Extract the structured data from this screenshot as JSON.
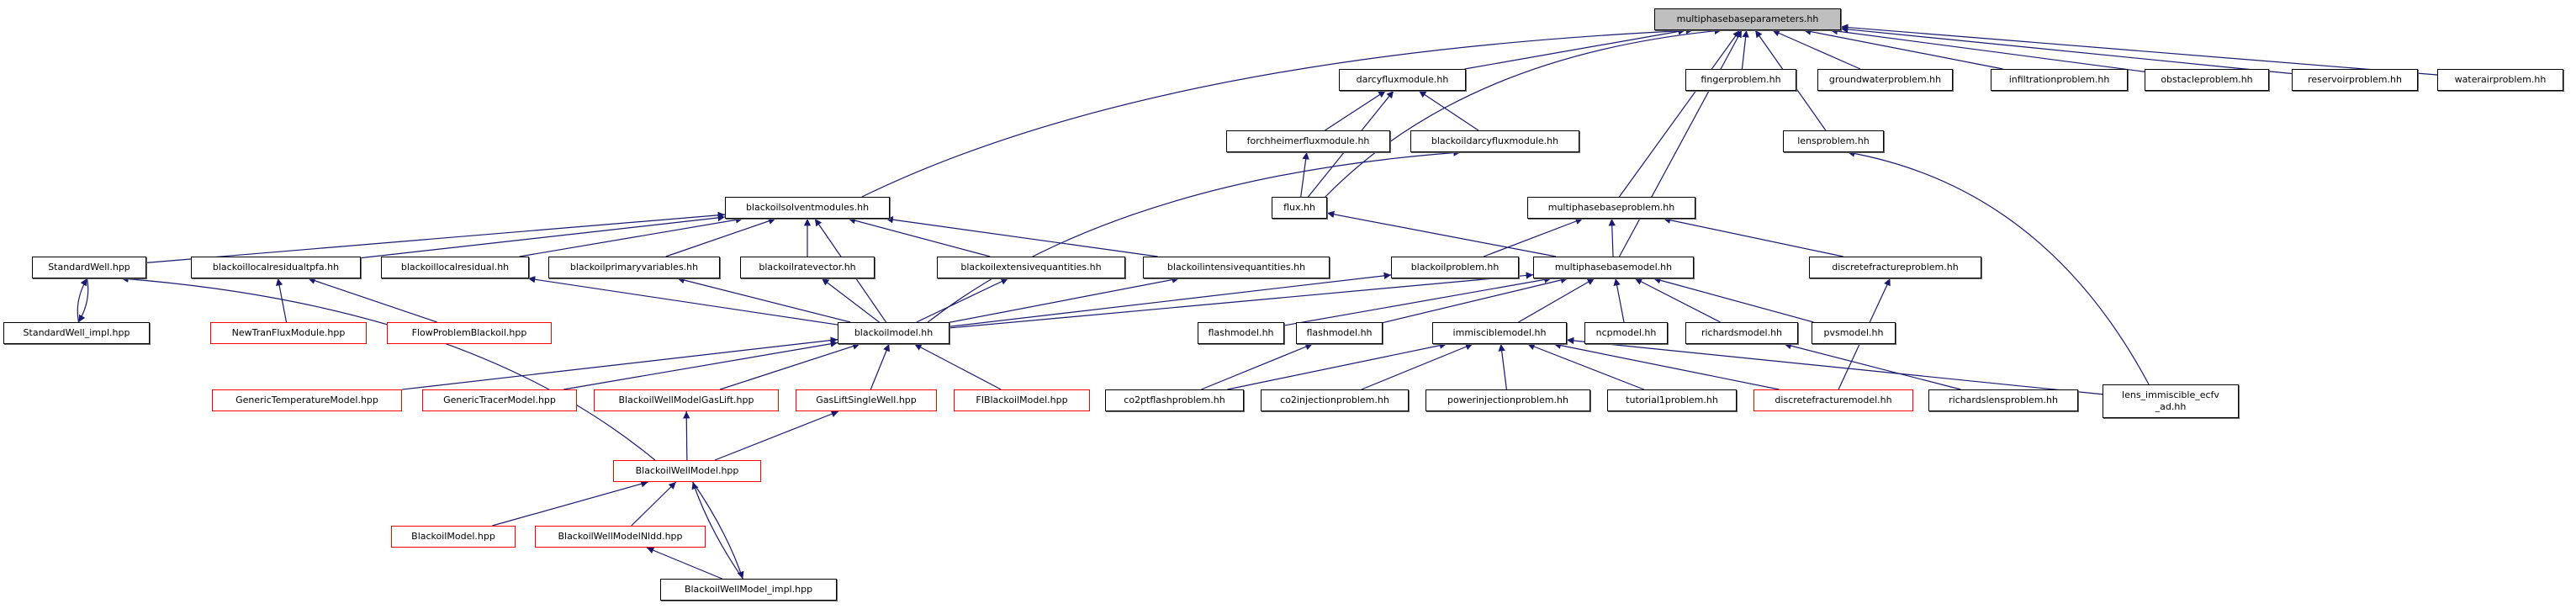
{
  "diagram": {
    "title": "multiphasebaseparameters.hh include dependency graph",
    "edge_color": "#191970",
    "root_fill": "#bfbfbf",
    "incomplete_border": "#ff0000",
    "nodes": [
      {
        "id": "root",
        "label": "multiphasebaseparameters.hh",
        "style": "root"
      },
      {
        "id": "darcyflux",
        "label": "darcyfluxmodule.hh",
        "style": "normal"
      },
      {
        "id": "finger",
        "label": "fingerproblem.hh",
        "style": "normal"
      },
      {
        "id": "groundwater",
        "label": "groundwaterproblem.hh",
        "style": "normal"
      },
      {
        "id": "infiltration",
        "label": "infiltrationproblem.hh",
        "style": "normal"
      },
      {
        "id": "obstacle",
        "label": "obstacleproblem.hh",
        "style": "normal"
      },
      {
        "id": "reservoir",
        "label": "reservoirproblem.hh",
        "style": "normal"
      },
      {
        "id": "waterair",
        "label": "waterairproblem.hh",
        "style": "normal"
      },
      {
        "id": "forchheimer",
        "label": "forchheimerfluxmodule.hh",
        "style": "normal"
      },
      {
        "id": "bodarcy",
        "label": "blackoildarcyfluxmodule.hh",
        "style": "normal"
      },
      {
        "id": "lens",
        "label": "lensproblem.hh",
        "style": "normal"
      },
      {
        "id": "solvent",
        "label": "blackoilsolventmodules.hh",
        "style": "normal"
      },
      {
        "id": "flux",
        "label": "flux.hh",
        "style": "normal"
      },
      {
        "id": "mpbproblem",
        "label": "multiphasebaseproblem.hh",
        "style": "normal"
      },
      {
        "id": "stdwell",
        "label": "StandardWell.hpp",
        "style": "normal"
      },
      {
        "id": "lrtpfa",
        "label": "blackoillocalresidualtpfa.hh",
        "style": "normal"
      },
      {
        "id": "lres",
        "label": "blackoillocalresidual.hh",
        "style": "normal"
      },
      {
        "id": "primvars",
        "label": "blackoilprimaryvariables.hh",
        "style": "normal"
      },
      {
        "id": "ratevec",
        "label": "blackoilratevector.hh",
        "style": "normal"
      },
      {
        "id": "extq",
        "label": "blackoilextensivequantities.hh",
        "style": "normal"
      },
      {
        "id": "intq",
        "label": "blackoilintensivequantities.hh",
        "style": "normal"
      },
      {
        "id": "boproblem",
        "label": "blackoilproblem.hh",
        "style": "normal"
      },
      {
        "id": "mpbmodel",
        "label": "multiphasebasemodel.hh",
        "style": "normal"
      },
      {
        "id": "dfproblem",
        "label": "discretefractureproblem.hh",
        "style": "normal"
      },
      {
        "id": "stdwellimpl",
        "label": "StandardWell_impl.hpp",
        "style": "normal"
      },
      {
        "id": "newtran",
        "label": "NewTranFluxModule.hpp",
        "style": "red"
      },
      {
        "id": "flowbo",
        "label": "FlowProblemBlackoil.hpp",
        "style": "red"
      },
      {
        "id": "bomodel",
        "label": "blackoilmodel.hh",
        "style": "normal"
      },
      {
        "id": "flash1",
        "label": "flashmodel.hh",
        "style": "normal"
      },
      {
        "id": "flash2",
        "label": "flashmodel.hh",
        "style": "normal"
      },
      {
        "id": "immiscible",
        "label": "immisciblemodel.hh",
        "style": "normal"
      },
      {
        "id": "ncp",
        "label": "ncpmodel.hh",
        "style": "normal"
      },
      {
        "id": "richards",
        "label": "richardsmodel.hh",
        "style": "normal"
      },
      {
        "id": "pvs",
        "label": "pvsmodel.hh",
        "style": "normal"
      },
      {
        "id": "gentemp",
        "label": "GenericTemperatureModel.hpp",
        "style": "red"
      },
      {
        "id": "gentracer",
        "label": "GenericTracerModel.hpp",
        "style": "red"
      },
      {
        "id": "bwmgaslift",
        "label": "BlackoilWellModelGasLift.hpp",
        "style": "red"
      },
      {
        "id": "gaslift",
        "label": "GasLiftSingleWell.hpp",
        "style": "red"
      },
      {
        "id": "fibo",
        "label": "FIBlackoilModel.hpp",
        "style": "red"
      },
      {
        "id": "co2ptflash",
        "label": "co2ptflashproblem.hh",
        "style": "normal"
      },
      {
        "id": "co2inj",
        "label": "co2injectionproblem.hh",
        "style": "normal"
      },
      {
        "id": "powerinj",
        "label": "powerinjectionproblem.hh",
        "style": "normal"
      },
      {
        "id": "tutorial1",
        "label": "tutorial1problem.hh",
        "style": "normal"
      },
      {
        "id": "dfmodel",
        "label": "discretefracturemodel.hh",
        "style": "red"
      },
      {
        "id": "richlens",
        "label": "richardslensproblem.hh",
        "style": "normal"
      },
      {
        "id": "lensimm",
        "label": "lens_immiscible_ecfv\n_ad.hh",
        "style": "normal"
      },
      {
        "id": "bwm",
        "label": "BlackoilWellModel.hpp",
        "style": "red"
      },
      {
        "id": "bomodelhpp",
        "label": "BlackoilModel.hpp",
        "style": "red"
      },
      {
        "id": "bwmnldd",
        "label": "BlackoilWellModelNldd.hpp",
        "style": "red"
      },
      {
        "id": "bwmimpl",
        "label": "BlackoilWellModel_impl.hpp",
        "style": "normal"
      }
    ],
    "edges": [
      [
        "darcyflux",
        "root"
      ],
      [
        "finger",
        "root"
      ],
      [
        "groundwater",
        "root"
      ],
      [
        "infiltration",
        "root"
      ],
      [
        "obstacle",
        "root"
      ],
      [
        "reservoir",
        "root"
      ],
      [
        "waterair",
        "root"
      ],
      [
        "lens",
        "root"
      ],
      [
        "solvent",
        "root"
      ],
      [
        "mpbproblem",
        "root"
      ],
      [
        "mpbmodel",
        "root"
      ],
      [
        "flux",
        "root"
      ],
      [
        "forchheimer",
        "darcyflux"
      ],
      [
        "bodarcy",
        "darcyflux"
      ],
      [
        "flux",
        "darcyflux"
      ],
      [
        "flux",
        "forchheimer"
      ],
      [
        "bomodel",
        "bodarcy"
      ],
      [
        "mpbmodel",
        "flux"
      ],
      [
        "stdwell",
        "solvent"
      ],
      [
        "lrtpfa",
        "solvent"
      ],
      [
        "lres",
        "solvent"
      ],
      [
        "primvars",
        "solvent"
      ],
      [
        "ratevec",
        "solvent"
      ],
      [
        "extq",
        "solvent"
      ],
      [
        "intq",
        "solvent"
      ],
      [
        "bomodel",
        "solvent"
      ],
      [
        "boproblem",
        "mpbproblem"
      ],
      [
        "mpbmodel",
        "mpbproblem"
      ],
      [
        "dfproblem",
        "mpbproblem"
      ],
      [
        "stdwellimpl",
        "stdwell"
      ],
      [
        "stdwell",
        "stdwellimpl"
      ],
      [
        "bwm",
        "stdwell"
      ],
      [
        "newtran",
        "lrtpfa"
      ],
      [
        "flowbo",
        "lrtpfa"
      ],
      [
        "bomodel",
        "lres"
      ],
      [
        "bomodel",
        "primvars"
      ],
      [
        "bomodel",
        "ratevec"
      ],
      [
        "bomodel",
        "extq"
      ],
      [
        "bomodel",
        "intq"
      ],
      [
        "bomodel",
        "boproblem"
      ],
      [
        "bomodel",
        "mpbmodel"
      ],
      [
        "flash1",
        "mpbmodel"
      ],
      [
        "flash2",
        "mpbmodel"
      ],
      [
        "immiscible",
        "mpbmodel"
      ],
      [
        "ncp",
        "mpbmodel"
      ],
      [
        "richards",
        "mpbmodel"
      ],
      [
        "pvs",
        "mpbmodel"
      ],
      [
        "dfmodel",
        "dfproblem"
      ],
      [
        "lensimm",
        "lens"
      ],
      [
        "gentemp",
        "bomodel"
      ],
      [
        "gentracer",
        "bomodel"
      ],
      [
        "bwmgaslift",
        "bomodel"
      ],
      [
        "gaslift",
        "bomodel"
      ],
      [
        "fibo",
        "bomodel"
      ],
      [
        "co2ptflash",
        "flash2"
      ],
      [
        "co2ptflash",
        "immiscible"
      ],
      [
        "co2inj",
        "immiscible"
      ],
      [
        "powerinj",
        "immiscible"
      ],
      [
        "tutorial1",
        "immiscible"
      ],
      [
        "dfmodel",
        "immiscible"
      ],
      [
        "lensimm",
        "immiscible"
      ],
      [
        "richlens",
        "richards"
      ],
      [
        "bwm",
        "bwmgaslift"
      ],
      [
        "bwm",
        "gaslift"
      ],
      [
        "bomodelhpp",
        "bwm"
      ],
      [
        "bwmnldd",
        "bwm"
      ],
      [
        "bwmimpl",
        "bwm"
      ],
      [
        "bwm",
        "bwmimpl"
      ],
      [
        "bwmimpl",
        "bwmnldd"
      ]
    ]
  }
}
